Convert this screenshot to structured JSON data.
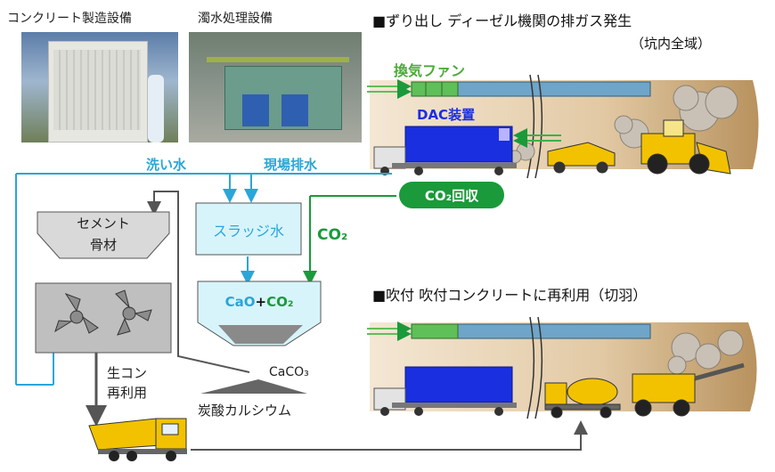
{
  "photos": {
    "concrete_plant": "コンクリート製造設備",
    "water_treatment": "濁水処理設備"
  },
  "tunnel_top": {
    "title": "■ずり出し ディーゼル機関の排ガス発生",
    "subtitle": "（坑内全域）",
    "fan_label": "換気ファン",
    "dac_label": "DAC装置"
  },
  "tunnel_bottom": {
    "title": "■吹付 吹付コンクリートに再利用（切羽）"
  },
  "flow": {
    "wash_water": "洗い水",
    "site_drainage": "現場排水",
    "co2_capture": "CO₂回収",
    "co2": "CO₂",
    "cement_box": "セメント",
    "aggregate": "骨材",
    "sludge_water": "スラッジ水",
    "reaction_left": "CaO",
    "reaction_plus": "+",
    "reaction_right": "CO₂",
    "caco3": "CaCO₃",
    "calcium_carbonate": "炭酸カルシウム",
    "ready_mix": "生コン",
    "reuse": "再利用"
  },
  "colors": {
    "flow_blue": "#2aa6d8",
    "co2_green": "#1a9a3a",
    "tunnel_earth": "#c6a57a",
    "dac_blue": "#1a2fe0",
    "machine_yellow": "#f2c200",
    "hopper_gray": "#d9d9d9",
    "sludge_cyan": "#d8f4fb",
    "arrow_gray": "#555555"
  }
}
